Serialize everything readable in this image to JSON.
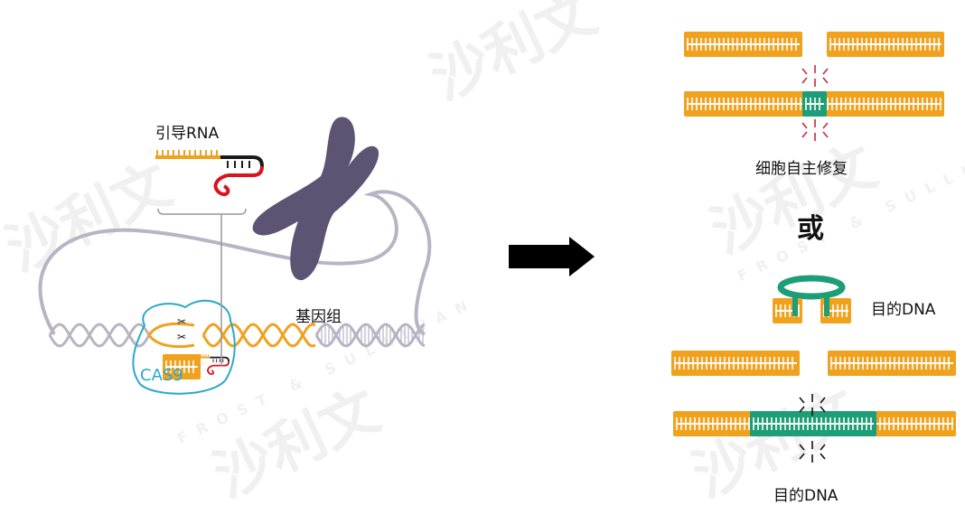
{
  "labels": {
    "guide_rna": "引导RNA",
    "genome": "基因组",
    "cas9": "CAS9",
    "self_repair": "细胞自主修复",
    "or": "或",
    "target_dna_side": "目的DNA",
    "target_dna_bottom": "目的DNA"
  },
  "watermark": {
    "cn": "沙利文",
    "en": "FROST & SULLIVAN"
  },
  "colors": {
    "dna_orange": "#f0a21e",
    "repair_green": "#1e9e78",
    "rna_red": "#d9141e",
    "rna_black": "#1a1a1a",
    "chromosome": "#5b5573",
    "cas9_outline": "#2aa9c9",
    "genome_gray": "#b8b4c4",
    "spark_red": "#c8283c"
  },
  "icons": [
    "arrow-right-icon",
    "scissors-icon",
    "spark-icon"
  ]
}
